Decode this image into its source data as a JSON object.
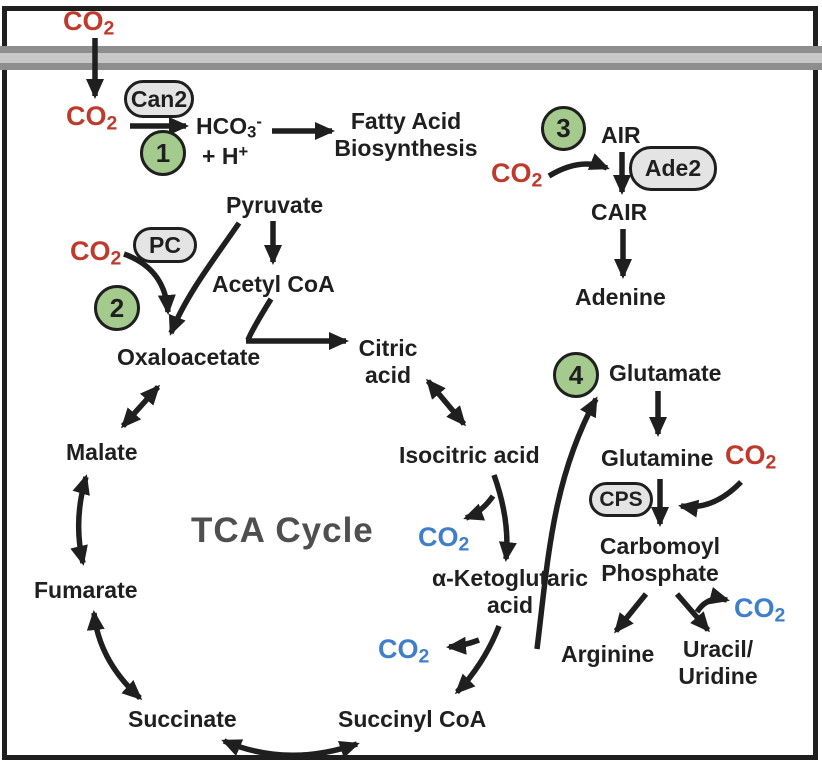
{
  "molecules": {
    "co2": {
      "base": "CO",
      "sub": "2"
    },
    "hco3": {
      "base": "HCO",
      "sub": "3",
      "sup": "-"
    },
    "h_plus": {
      "base": "+ H",
      "sup": "+"
    }
  },
  "enzymes": {
    "can2": "Can2",
    "pc": "PC",
    "ade2": "Ade2",
    "cps": "CPS"
  },
  "steps": {
    "s1": "1",
    "s2": "2",
    "s3": "3",
    "s4": "4"
  },
  "labels": {
    "fatty_acid_line1": "Fatty Acid",
    "fatty_acid_line2": "Biosynthesis",
    "air": "AIR",
    "cair": "CAIR",
    "adenine": "Adenine",
    "pyruvate": "Pyruvate",
    "acetyl_coa": "Acetyl CoA",
    "oxaloacetate": "Oxaloacetate",
    "citric_line1": "Citric",
    "citric_line2": "acid",
    "isocitric": "Isocitric acid",
    "tca_cycle": "TCA Cycle",
    "akg_line1": "α-Ketoglutaric",
    "akg_line2": "acid",
    "succinyl_coa": "Succinyl CoA",
    "succinate": "Succinate",
    "fumarate": "Fumarate",
    "malate": "Malate",
    "glutamate": "Glutamate",
    "glutamine": "Glutamine",
    "carbomoyl_line1": "Carbomoyl",
    "carbomoyl_line2": "Phosphate",
    "arginine": "Arginine",
    "uracil_line1": "Uracil/",
    "uracil_line2": "Uridine"
  },
  "colors": {
    "co2_uptake_red": "#c03a2c",
    "co2_release_blue": "#3f7fca",
    "step_circle_green": "#a5ca8e",
    "enzyme_pill_gray": "#e4e4e4",
    "tca_text_gray": "#4f4f4f",
    "membrane_dark_gray": "#8e8e8e",
    "membrane_light_gray": "#c8c8c8",
    "line_black": "#1f1f1f"
  }
}
